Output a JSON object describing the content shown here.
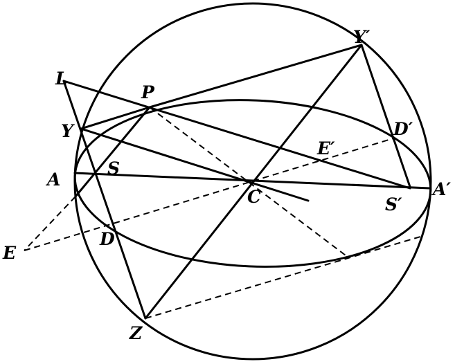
{
  "labels": {
    "L": "L",
    "P": "P",
    "Y": "Y",
    "Y_prime": "Y′",
    "A": "A",
    "S": "S",
    "C": "C",
    "E_prime": "E′",
    "D_prime": "D′",
    "A_prime": "A′",
    "S_prime": "S′",
    "D": "D",
    "E": "E",
    "Z": "Z"
  }
}
